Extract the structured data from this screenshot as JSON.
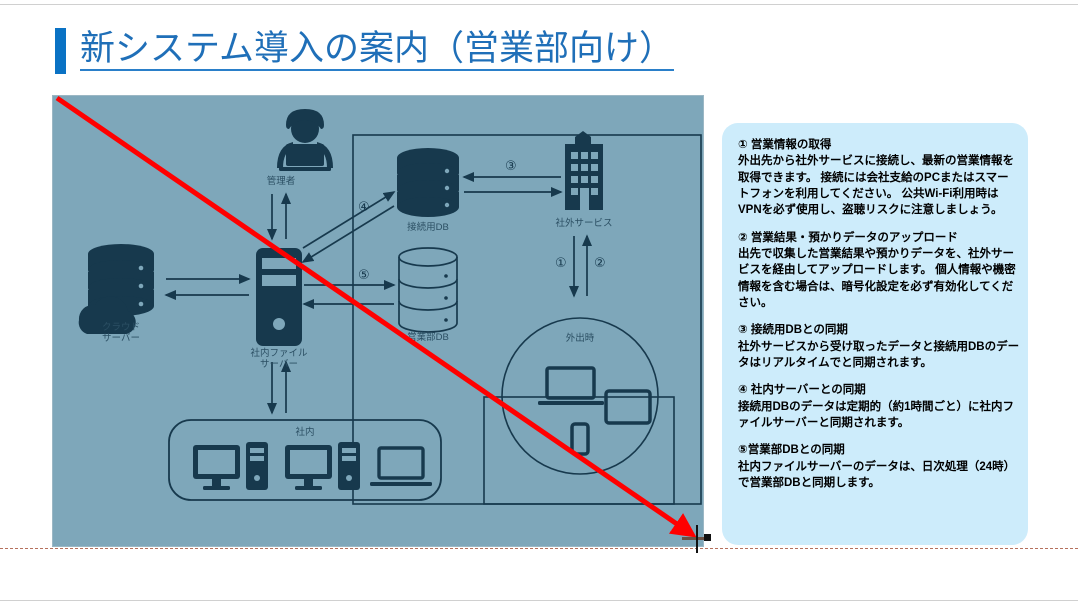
{
  "slide": {
    "title": "新システム導入の案内（営業部向け）"
  },
  "diagram": {
    "nodes": {
      "admin": "管理者",
      "cloud_server": "クラウド\nサーバー",
      "internal_file_server": "社内ファイル\nサーバー",
      "connection_db": "接続用DB",
      "sales_db": "営業部DB",
      "external_service": "社外サービス",
      "mobile_group": "外出時",
      "internal_group": "社内"
    },
    "flow_markers": {
      "one": "①",
      "two": "②",
      "three": "③",
      "four": "④",
      "five": "⑤"
    },
    "icons": {
      "admin": "person-with-laptop-icon",
      "cloud_server": "cloud-database-icon",
      "internal_file_server": "tower-server-icon",
      "connection_db": "database-filled-icon",
      "sales_db": "database-outline-icon",
      "external_service": "office-building-icon",
      "mobile_laptop": "laptop-icon",
      "mobile_tablet": "tablet-icon",
      "mobile_phone": "smartphone-icon",
      "internal_desktop_1": "desktop-monitor-icon",
      "internal_tower_1": "pc-tower-icon",
      "internal_desktop_2": "desktop-monitor-icon",
      "internal_tower_2": "pc-tower-icon",
      "internal_laptop": "laptop-icon"
    },
    "colors": {
      "background": "#7ea7ba",
      "ink": "#17394d",
      "label": "#2b4f63",
      "annotation_red": "#ff0000"
    }
  },
  "annotation": {
    "red_arrow": "diagonal-strike-arrow",
    "guide_line": "horizontal-dashed-guide",
    "cursor": "crosshair-cursor"
  },
  "panel": {
    "background": "#cdecfb",
    "items": [
      {
        "heading": "① 営業情報の取得",
        "body": "外出先から社外サービスに接続し、最新の営業情報を取得できます。\n接続には会社支給のPCまたはスマートフォンを利用してください。\n公共Wi-Fi利用時はVPNを必ず使用し、盗聴リスクに注意しましょう。"
      },
      {
        "heading": "② 営業結果・預かりデータのアップロード",
        "body": "出先で収集した営業結果や預かりデータを、社外サービスを経由してアップロードします。\n個人情報や機密情報を含む場合は、暗号化設定を必ず有効化してください。"
      },
      {
        "heading": "③ 接続用DBとの同期",
        "body": "社外サービスから受け取ったデータと接続用DBのデータはリアルタイムでと同期されます。"
      },
      {
        "heading": "④ 社内サーバーとの同期",
        "body": "接続用DBのデータは定期的（約1時間ごと）に社内ファイルサーバーと同期されます。"
      },
      {
        "heading": "⑤営業部DBとの同期",
        "body": "社内ファイルサーバーのデータは、日次処理（24時）で営業部DBと同期します。"
      }
    ]
  }
}
